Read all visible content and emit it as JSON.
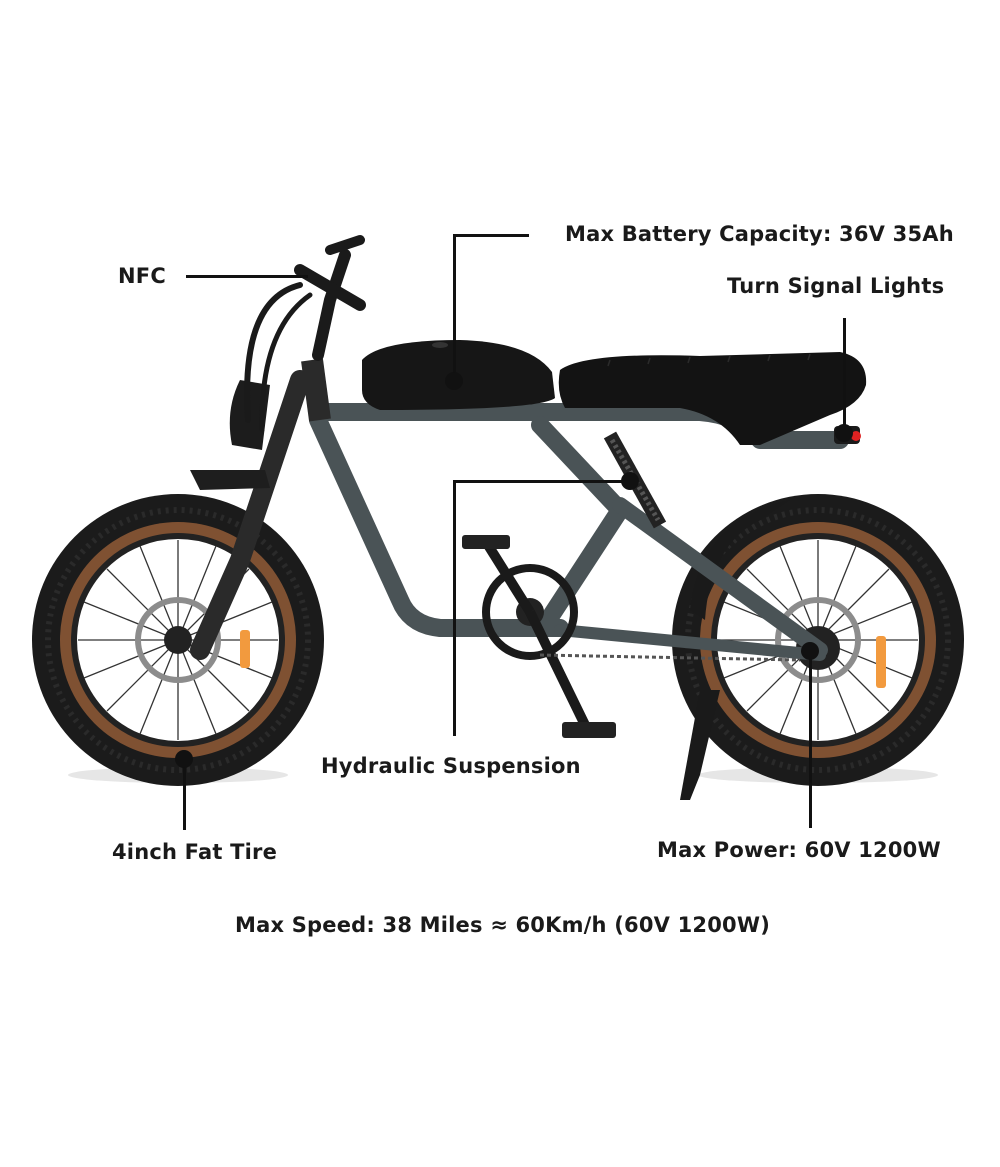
{
  "callouts": {
    "nfc": "NFC",
    "battery": "Max Battery Capacity: 36V 35Ah",
    "turn_signal": "Turn Signal Lights",
    "suspension": "Hydraulic Suspension",
    "tire": "4inch Fat Tire",
    "power": "Max Power: 60V 1200W"
  },
  "footer": {
    "speed": "Max Speed: 38 Miles ≈ 60Km/h (60V 1200W)"
  },
  "colors": {
    "frame": "#4a5356",
    "tire": "#1c1c1c",
    "tire_wall": "#8a5a3a",
    "seat": "#151515",
    "text": "#1a1a1a"
  }
}
